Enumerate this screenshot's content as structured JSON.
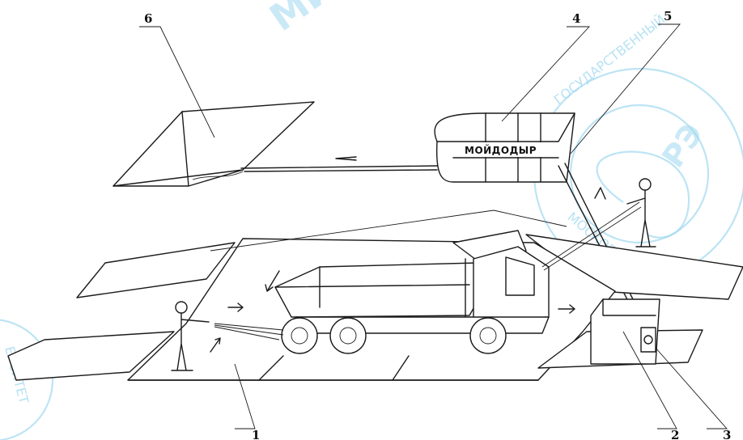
{
  "callouts": {
    "c1": "1",
    "c2": "2",
    "c3": "3",
    "c4": "4",
    "c5": "5",
    "c6": "6"
  },
  "sign_text": "МОЙДОДЫР",
  "watermark": {
    "big_letters": "МИРЭА",
    "ring_top": "ГОСУДАРСТВЕННЫЙ",
    "ring_bottom": "МОСКОВСКИЙ",
    "ring_left": "ЕРСИТЕТ",
    "color": "#9fd8ef"
  },
  "colors": {
    "line": "#1a1a1a",
    "background": "#ffffff"
  }
}
